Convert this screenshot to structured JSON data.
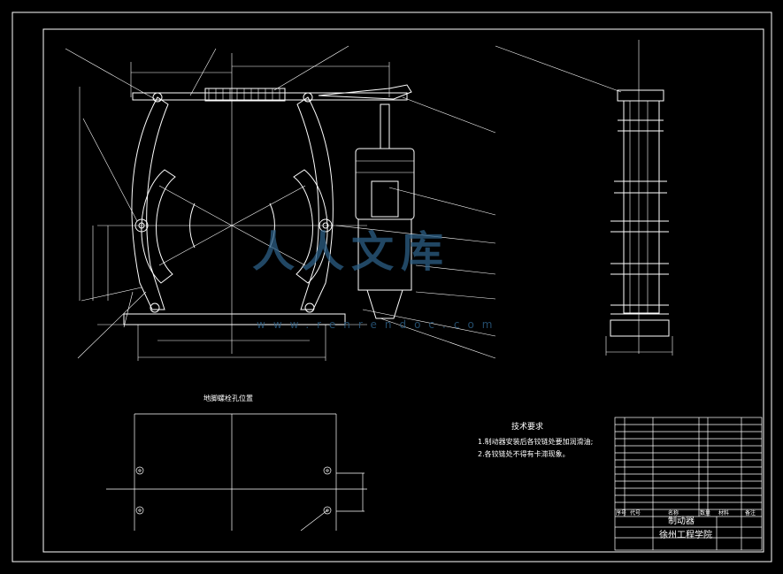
{
  "notes": {
    "title": "技术要求",
    "items": [
      "1.制动器安装后各铰链处要加润滑油;",
      "2.各铰链处不得有卡滞现象。"
    ]
  },
  "hole_section_title": "地脚螺栓孔位置",
  "title_block": {
    "product_name": "制动器",
    "school": "徐州工程学院",
    "col_index": "序号",
    "col_code": "代号",
    "col_name": "名称",
    "col_qty": "数量",
    "col_material": "材料",
    "col_remark": "备注"
  },
  "watermark": {
    "text": "人人文库",
    "url": "www.renrendoc.com"
  },
  "colors": {
    "background": "#000000",
    "line": "#ffffff",
    "watermark": "#2c5f86"
  }
}
